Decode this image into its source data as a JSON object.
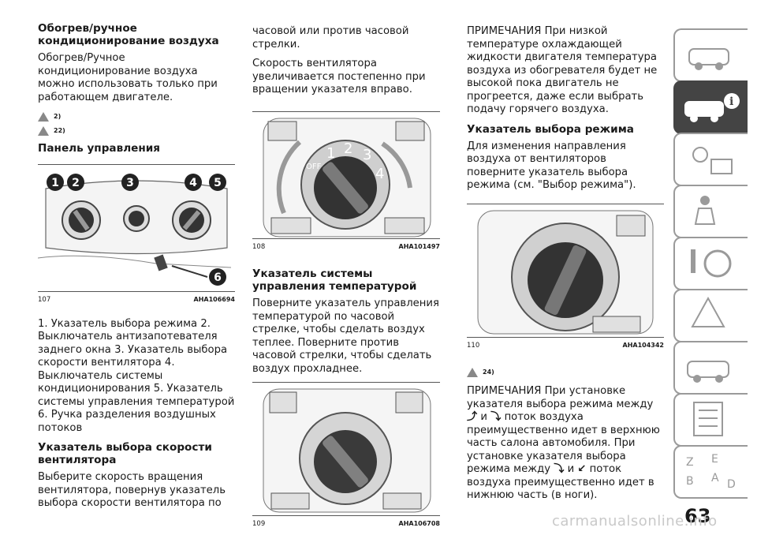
{
  "col1": {
    "heading1": "Обогрев/ручное кондиционирование воздуха",
    "para1": "Обогрев/Ручное кондиционирование воздуха можно использовать только при работающем двигателе.",
    "warn1": "2)",
    "warn2": "22)",
    "heading2": "Панель управления",
    "fig_num": "107",
    "fig_code": "AHA106694",
    "callouts": [
      "1",
      "2",
      "3",
      "4",
      "5",
      "6"
    ],
    "legend": "1. Указатель выбора режима 2. Выключатель антизапотевателя заднего окна 3. Указатель выбора скорости вентилятора 4. Выключатель системы кондиционирования 5. Указатель системы управления температурой 6. Ручка разделения воздушных потоков",
    "heading3": "Указатель выбора скорости вентилятора",
    "para2": "Выберите скорость вращения вентилятора, повернув указатель выбора скорости вентилятора по"
  },
  "col2": {
    "para1": "часовой или против часовой стрелки.",
    "para2": "Скорость вентилятора увеличивается постепенно при вращении указателя вправо.",
    "fig_num": "108",
    "fig_code": "AHA101497",
    "dial_labels": [
      "OFF",
      "1",
      "2",
      "3",
      "4"
    ],
    "heading1": "Указатель системы управления температурой",
    "para3": "Поверните указатель управления температурой по часовой стрелке, чтобы сделать воздух теплее. Поверните против часовой стрелки, чтобы сделать воздух прохладнее.",
    "fig2_num": "109",
    "fig2_code": "AHA106708"
  },
  "col3": {
    "para1": "ПРИМЕЧАНИЯ При низкой температуре охлаждающей жидкости двигателя температура воздуха из обогревателя будет не высокой пока двигатель не прогреется, даже если выбрать подачу горячего воздуха.",
    "heading1": "Указатель выбора режима",
    "para2": "Для изменения направления воздуха от вентиляторов поверните указатель выбора режима (см. \"Выбор режима\").",
    "fig_num": "110",
    "fig_code": "AHA104342",
    "warn1": "24)",
    "para3_a": "ПРИМЕЧАНИЯ При установке указателя выбора режима между",
    "para3_b": "и",
    "para3_c": "поток воздуха преимущественно идет в верхнюю часть салона автомобиля. При установке указателя выбора режима между",
    "para3_d": "и",
    "para3_e": "поток воздуха преимущественно идет в нижнюю часть (в ноги)."
  },
  "page_number": "63",
  "watermark": "carmanualsonline.info"
}
